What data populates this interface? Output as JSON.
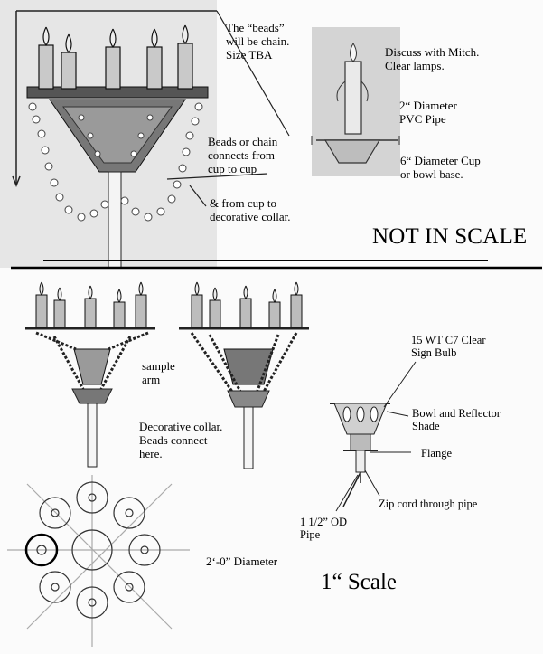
{
  "top": {
    "beads_note": "The “beads”\nwill be chain.\nSize TBA",
    "discuss_note": "Discuss with Mitch.\nClear lamps.",
    "pipe_note": "2“ Diameter\nPVC Pipe",
    "cup_note": "6“ Diameter Cup\nor bowl base.",
    "beads_connect_note": "Beads or chain\nconnects from\ncup to cup",
    "collar_connect_note": "& from cup to\ndecorative collar.",
    "scale_title": "NOT IN SCALE"
  },
  "bottom": {
    "sample_arm": "sample\narm",
    "collar_note": "Decorative collar.\nBeads connect\nhere.",
    "bulb_note": "15 WT C7 Clear\nSign Bulb",
    "bowl_note": "Bowl and Reflector\nShade",
    "flange_note": "Flange",
    "zip_note": "Zip cord through pipe",
    "pipe_od_note": "1 1/2” OD\nPipe",
    "diameter_note": "2‘-0” Diameter",
    "scale_title": "1“ Scale"
  },
  "colors": {
    "ink": "#000000",
    "sketch_gray": "#8a8a8a",
    "photo_bg": "#d6d6d6",
    "bead": "#ffffff"
  }
}
